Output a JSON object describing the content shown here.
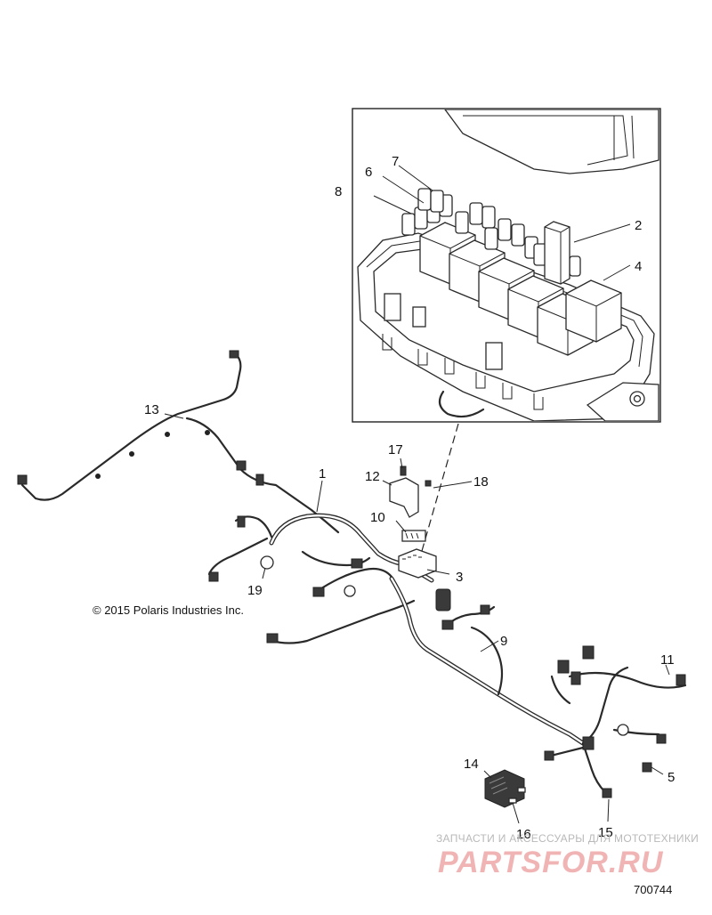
{
  "copyright": "© 2015 Polaris Industries Inc.",
  "diagram_number": "700744",
  "watermark": {
    "tagline": "ЗАПЧАСТИ И АКСЕССУАРЫ ДЛЯ МОТОТЕХНИКИ",
    "site": "PARTSFOR.RU"
  },
  "callouts": [
    {
      "id": "c1",
      "label": "1"
    },
    {
      "id": "c2",
      "label": "2"
    },
    {
      "id": "c3",
      "label": "3"
    },
    {
      "id": "c4",
      "label": "4"
    },
    {
      "id": "c5",
      "label": "5"
    },
    {
      "id": "c6",
      "label": "6"
    },
    {
      "id": "c7",
      "label": "7"
    },
    {
      "id": "c8",
      "label": "8"
    },
    {
      "id": "c9",
      "label": "9"
    },
    {
      "id": "c10",
      "label": "10"
    },
    {
      "id": "c11",
      "label": "11"
    },
    {
      "id": "c12",
      "label": "12"
    },
    {
      "id": "c13",
      "label": "13"
    },
    {
      "id": "c14",
      "label": "14"
    },
    {
      "id": "c15",
      "label": "15"
    },
    {
      "id": "c16",
      "label": "16"
    },
    {
      "id": "c17",
      "label": "17"
    },
    {
      "id": "c18",
      "label": "18"
    },
    {
      "id": "c19",
      "label": "19"
    }
  ]
}
